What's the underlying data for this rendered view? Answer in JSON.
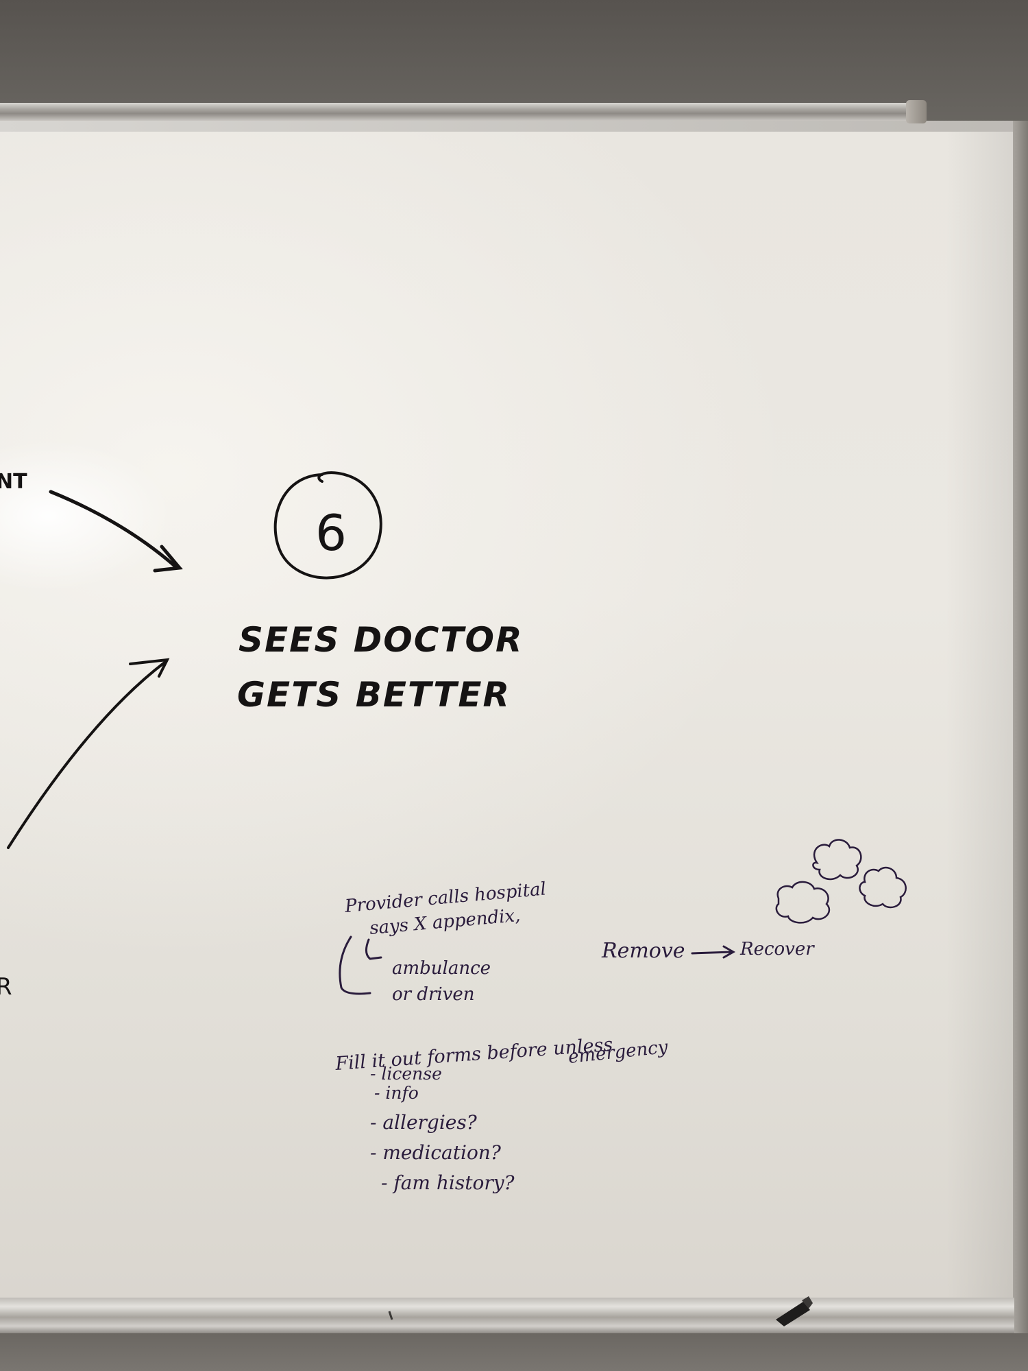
{
  "whiteboard": {
    "partial_left_text": "NT",
    "partial_left_lower": "R",
    "step_number": "6",
    "step_title_line1": "SEES DOCTOR",
    "step_title_line2": "GETS BETTER",
    "note_line1": "Provider calls hospital",
    "note_line2": "says X appendix,",
    "transport_line1": "ambulance",
    "transport_line2": "or driven",
    "flow_from": "Remove",
    "flow_to": "Recover",
    "forms_line": "Fill it out forms before unless",
    "forms_line_cont": "emergency",
    "checklist": [
      "- license",
      "- info",
      "- allergies?",
      "- medication?",
      "- fam history?"
    ]
  },
  "colors": {
    "marker_black": "#151313",
    "marker_purple": "#2a1c3c",
    "board_white": "#eae7e1",
    "frame_silver": "#c9c6c1"
  }
}
